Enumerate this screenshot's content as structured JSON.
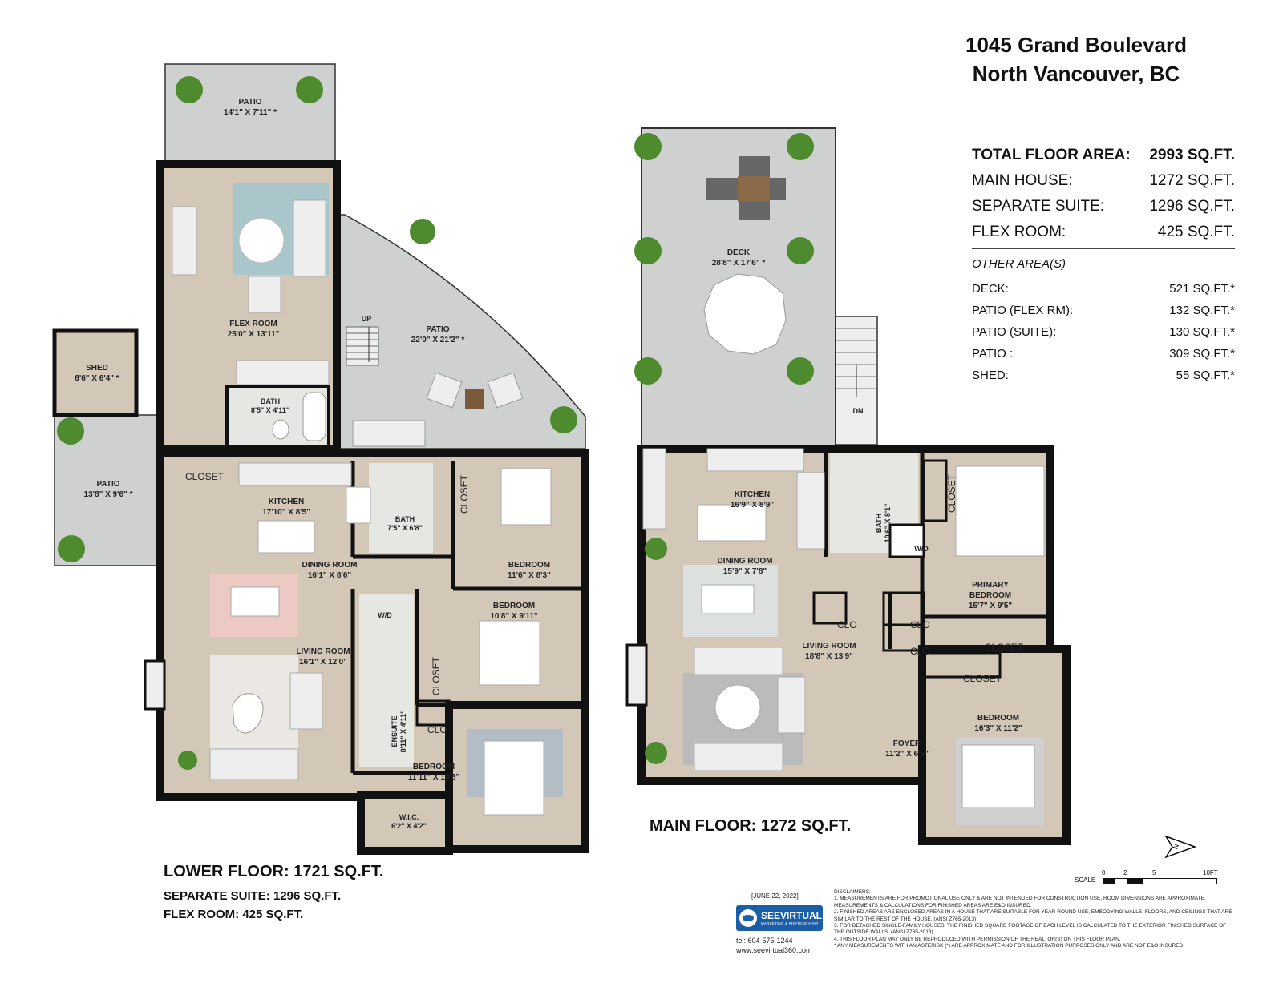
{
  "header": {
    "address_line1": "1045 Grand Boulevard",
    "address_line2": "North Vancouver, BC"
  },
  "areas": {
    "total_label": "TOTAL FLOOR AREA:",
    "total_value": "2993 SQ.FT.",
    "rows": [
      {
        "label": "MAIN HOUSE:",
        "value": "1272 SQ.FT."
      },
      {
        "label": "SEPARATE SUITE:",
        "value": "1296 SQ.FT."
      },
      {
        "label": "FLEX ROOM:",
        "value": "425 SQ.FT."
      }
    ],
    "other_heading": "OTHER AREA(S)",
    "other_rows": [
      {
        "label": "DECK:",
        "value": "521 SQ.FT.*"
      },
      {
        "label": "PATIO (FLEX RM):",
        "value": "132 SQ.FT.*"
      },
      {
        "label": "PATIO (SUITE):",
        "value": "130 SQ.FT.*"
      },
      {
        "label": "PATIO :",
        "value": "309 SQ.FT.*"
      },
      {
        "label": "SHED:",
        "value": "55 SQ.FT.*"
      }
    ]
  },
  "lower_floor": {
    "title": "LOWER FLOOR: 1721 SQ.FT.",
    "sub1": "SEPARATE SUITE: 1296 SQ.FT.",
    "sub2": "FLEX ROOM: 425 SQ.FT.",
    "rooms": {
      "patio_top": {
        "name": "PATIO",
        "dim": "14'1\" X 7'11\" *"
      },
      "flex_room": {
        "name": "FLEX ROOM",
        "dim": "25'0\" X 13'11\""
      },
      "patio_right": {
        "name": "PATIO",
        "dim": "22'0\" X 21'2\" *"
      },
      "up": "UP",
      "shed": {
        "name": "SHED",
        "dim": "6'6\" X 6'4\" *"
      },
      "patio_left": {
        "name": "PATIO",
        "dim": "13'8\" X 9'6\" *"
      },
      "bath_flex": {
        "name": "BATH",
        "dim": "8'5\" X 4'11\""
      },
      "closet_kitchen": "CLOSET",
      "kitchen": {
        "name": "KITCHEN",
        "dim": "17'10\" X 8'5\""
      },
      "bath": {
        "name": "BATH",
        "dim": "7'5\" X 6'8\""
      },
      "closet_bed1": "CLOSET",
      "bedroom1": {
        "name": "BEDROOM",
        "dim": "11'6\" X 8'3\""
      },
      "dining": {
        "name": "DINING ROOM",
        "dim": "16'1\" X 8'6\""
      },
      "wd": "W/D",
      "bedroom2": {
        "name": "BEDROOM",
        "dim": "10'8\" X 9'11\""
      },
      "living": {
        "name": "LIVING ROOM",
        "dim": "16'1\" X 12'0\""
      },
      "closet_bed2": "CLOSET",
      "ensuite": {
        "name": "ENSUITE",
        "dim": "8'11\" X 4'11\""
      },
      "clo": "CLO",
      "bedroom3": {
        "name": "BEDROOM",
        "dim": "11'11\" X 10'8\""
      },
      "wic": {
        "name": "W.I.C.",
        "dim": "6'2\" X 4'2\""
      }
    }
  },
  "main_floor": {
    "title": "MAIN FLOOR: 1272 SQ.FT.",
    "rooms": {
      "deck": {
        "name": "DECK",
        "dim": "28'8\" X 17'6\" *"
      },
      "dn": "DN",
      "kitchen": {
        "name": "KITCHEN",
        "dim": "16'9\" X 8'9\""
      },
      "bath": {
        "name": "BATH",
        "dim": "10'6\" X 8'1\""
      },
      "closet_primary": "CLOSET",
      "wd": "W/D",
      "dining": {
        "name": "DINING ROOM",
        "dim": "15'9\" X 7'8\""
      },
      "primary": {
        "name1": "PRIMARY",
        "name2": "BEDROOM",
        "dim": "15'7\" X 9'5\""
      },
      "clo1": "CLO",
      "clo2": "CLO",
      "clo3": "CLO",
      "living": {
        "name": "LIVING ROOM",
        "dim": "18'8\" X 13'9\""
      },
      "closet_hall": "CLOSET",
      "closet_bed": "CLOSET",
      "bedroom": {
        "name": "BEDROOM",
        "dim": "16'3\" X 11'2\""
      },
      "foyer": {
        "name": "FOYER",
        "dim": "11'2\" X 6'5\""
      }
    }
  },
  "scale": {
    "label": "SCALE",
    "ticks": [
      "0",
      "2",
      "5",
      "10FT"
    ]
  },
  "footer": {
    "date": "[JUNE 22, 2022]",
    "logo_name": "SEEVIRTUAL",
    "logo_tagline": "MARKETING & PHOTOGRAPHY",
    "tel": "tel: 604-575-1244",
    "web": "www.seevirtual360.com",
    "disclaimers": [
      "DISCLAIMERS:",
      "1. MEASUREMENTS ARE FOR PROMOTIONAL USE ONLY & ARE NOT INTENDED FOR CONSTRUCTION USE. ROOM DIMENSIONS ARE APPROXIMATE. MEASUREMENTS & CALCULATIONS FOR FINISHED AREAS ARE E&O INSURED.",
      "2. FINISHED AREAS ARE ENCLOSED AREAS IN A HOUSE THAT ARE SUITABLE FOR YEAR-ROUND USE, EMBODYING WALLS, FLOORS, AND CEILINGS THAT ARE SIMILAR TO THE REST OF THE HOUSE. (ANSI Z765-2013)",
      "3. FOR DETACHED SINGLE-FAMILY HOUSES, THE FINISHED SQUARE FOOTAGE OF EACH LEVEL IS CALCULATED TO THE EXTERIOR FINISHED SURFACE OF THE OUTSIDE WALLS. (ANSI Z765-2013)",
      "4. THIS FLOOR PLAN MAY ONLY BE REPRODUCED WITH PERMISSION OF THE REALTOR(S) ON THIS FLOOR PLAN.",
      "* ANY MEASUREMENTS WITH AN ASTERISK (*) ARE APPROXIMATE AND FOR ILLUSTRATION PURPOSES ONLY AND ARE NOT E&O INSURED."
    ]
  },
  "colors": {
    "wall": "#111111",
    "floor_wood": "#d3c8b8",
    "floor_tile": "#e6e6e2",
    "patio": "#cfd0d0",
    "plant": "#4e8a2e"
  }
}
